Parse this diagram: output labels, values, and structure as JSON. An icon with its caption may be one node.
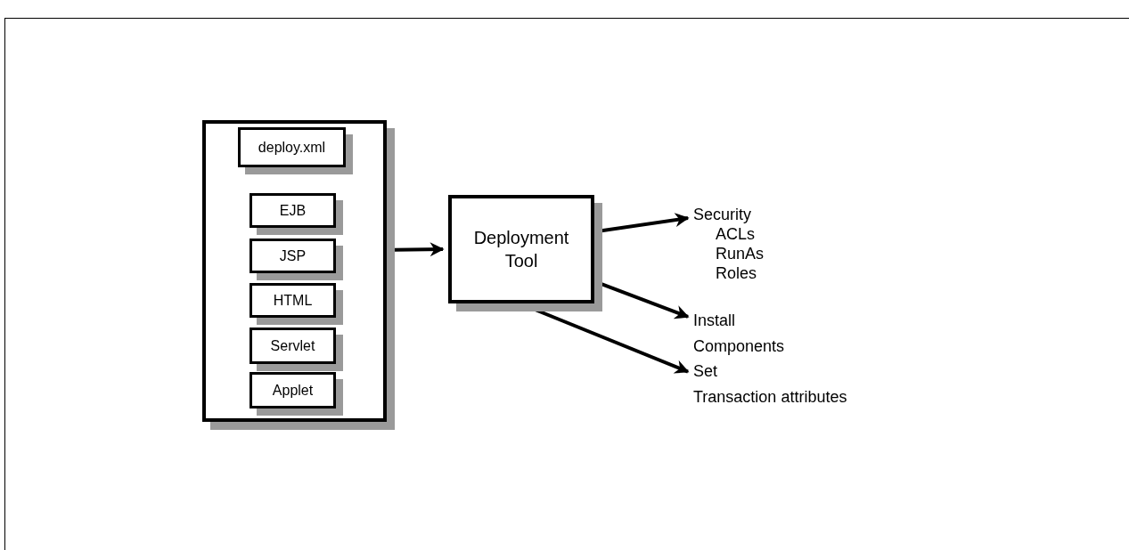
{
  "diagram": {
    "nodes": [
      {
        "text": [],
        "shape": "box"
      },
      {
        "text": [
          "deploy.xml"
        ],
        "in": 0
      },
      {
        "text": [
          "EJB"
        ],
        "in": 0
      },
      {
        "text": [
          "JSP"
        ],
        "in": 0
      },
      {
        "text": [
          "HTML"
        ],
        "in": 0
      },
      {
        "text": [
          "Servlet"
        ],
        "in": 0
      },
      {
        "text": [
          "Applet"
        ],
        "in": 0
      },
      {
        "text": [
          "Deployment Tool"
        ]
      },
      {
        "text": [
          "Security",
          "ACLs",
          "RunAs",
          "Roles"
        ]
      },
      {
        "text": [
          "Install",
          "Components"
        ]
      },
      {
        "text": [
          "Set",
          "Transaction attributes"
        ]
      }
    ],
    "edges": [
      {
        "from": 0,
        "to": 7,
        "arrow": "to"
      },
      {
        "from": 7,
        "to": 8,
        "arrow": "to"
      },
      {
        "from": 7,
        "to": 9,
        "arrow": "to"
      },
      {
        "from": 7,
        "to": 10,
        "arrow": "to"
      }
    ]
  }
}
